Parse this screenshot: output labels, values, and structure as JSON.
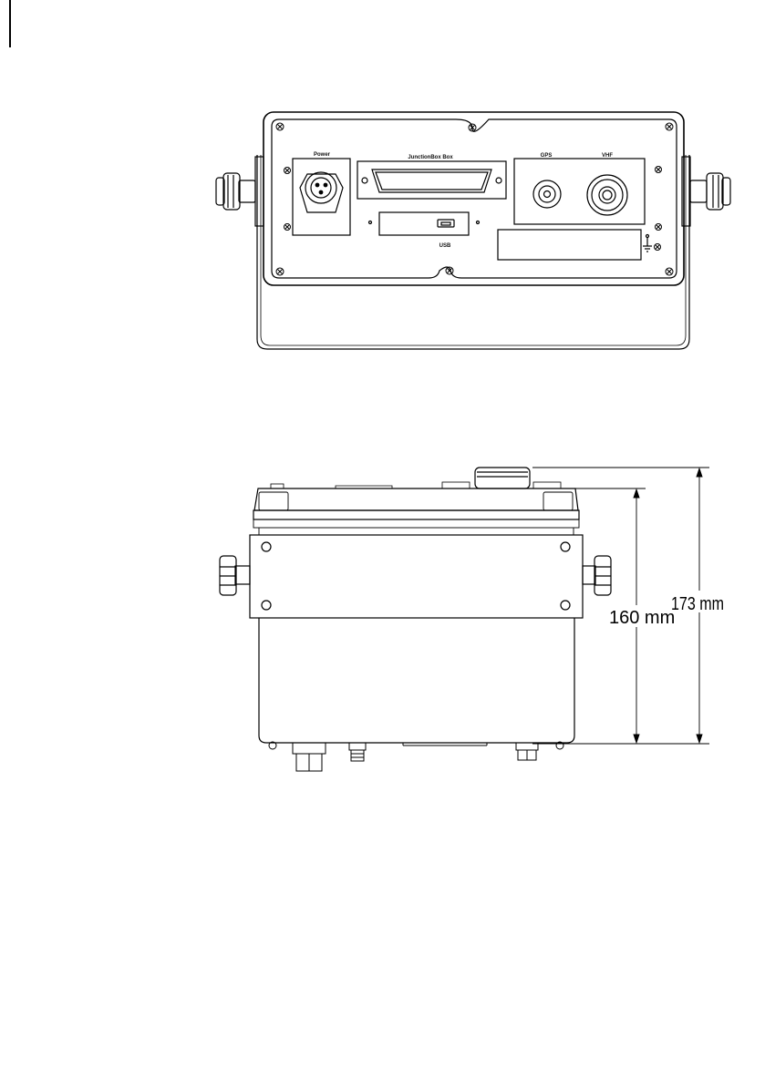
{
  "rear_view": {
    "labels": {
      "power": "Power",
      "junction_box": "JunctionBox Box",
      "gps": "GPS",
      "vhf": "VHF",
      "usb": "USB"
    },
    "icons": {
      "ground": "ground-icon"
    }
  },
  "side_view": {
    "dimensions": {
      "body_height": "160 mm",
      "total_height": "173 mm"
    }
  },
  "colors": {
    "line": "#000000",
    "background": "#ffffff"
  }
}
